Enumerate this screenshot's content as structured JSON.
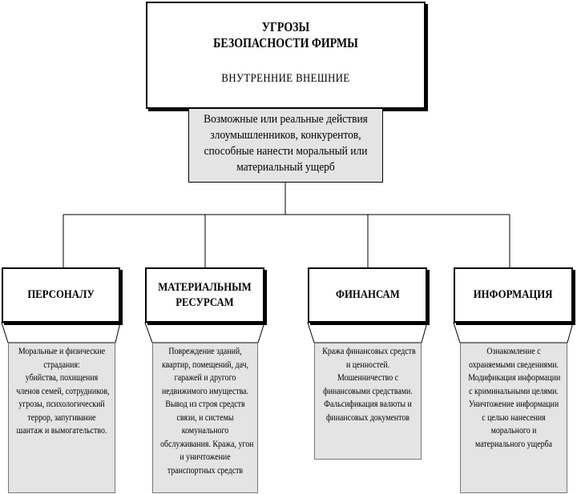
{
  "top": {
    "title_lines": [
      "УГРОЗЫ",
      "БЕЗОПАСНОСТИ ФИРМЫ"
    ],
    "subtitle": "ВНУТРЕННИЕ   ВНЕШНИЕ"
  },
  "description_lines": [
    "Возможные или реальные действия",
    "злоумышленников, конкурентов,",
    "способные нанести моральный или",
    "материальный ущерб"
  ],
  "categories": [
    {
      "label_lines": [
        "ПЕРСОНАЛУ"
      ],
      "detail_lines": [
        "Моральные и физические",
        "страдания:",
        "убийства, похищения",
        "членов семей, сотрудников,",
        "угрозы, психологический",
        "террор, запугивание",
        "шантаж и вымогательство."
      ]
    },
    {
      "label_lines": [
        "МАТЕРИАЛЬНЫМ",
        "РЕСУРСАМ"
      ],
      "detail_lines": [
        "Повреждение зданий,",
        "квартир, помещений, дач,",
        "гаражей и другого",
        "недвижимого имущества.",
        "Вывод из строя средств",
        "связи, и системы",
        "комунального",
        "обслуживания. Кража, угон",
        "и уничтожение",
        "транспортных средств"
      ]
    },
    {
      "label_lines": [
        "ФИНАНСАМ"
      ],
      "detail_lines": [
        "Кража финансовых средств",
        "и ценностей.",
        "Мошенничество с",
        "финансовыми средствами.",
        "Фальсификация валюты и",
        "финансовых документов"
      ]
    },
    {
      "label_lines": [
        "ИНФОРМАЦИЯ"
      ],
      "detail_lines": [
        "Ознакомление с",
        "охраняемыми сведениями.",
        "Модификация информации",
        "с криминальными целями.",
        "Уничтожение информации",
        "с целью нанесения",
        "морального и",
        "материального ущерба"
      ]
    }
  ]
}
